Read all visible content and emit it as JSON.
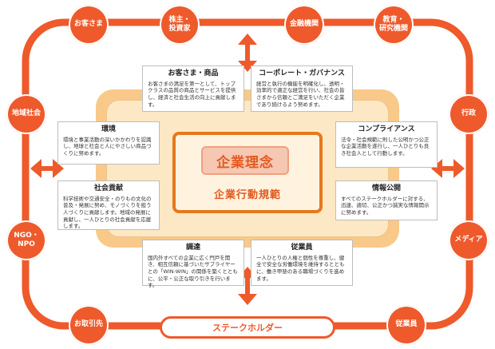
{
  "center": {
    "philosophy": "企業理念",
    "code": "企業行動規範"
  },
  "stakeholder_label": "ステークホルダー",
  "nodes": {
    "customers": "お客さま",
    "shareholders": "株主・\n投資家",
    "financial": "金融機関",
    "education": "教育・\n研究機関",
    "community": "地域社会",
    "government": "行政",
    "ngo": "NGO・\nNPO",
    "media": "メディア",
    "suppliers": "お取引先",
    "employees_node": "従業員"
  },
  "cards": {
    "products": {
      "title": "お客さま・商品",
      "body": "お客さまの満足を第一として、トップクラスの品質の商品とサービスを提供し、経済と社会生活の向上に貢献します。"
    },
    "governance": {
      "title": "コーポレート・ガバナンス",
      "body": "経営と執行の機能を明確化し、透明・効率的で適正な経営を行い、社会の皆さまから信頼とご満足をいただく企業であり続けるよう努めます。"
    },
    "environment": {
      "title": "環境",
      "body": "環境と事業活動の深いかかわりを認識し、地球と社会と人にやさしい商品づくりに努めます。"
    },
    "compliance": {
      "title": "コンプライアンス",
      "body": "法令・社会規範に則した公明かつ公正な企業活動を遂行し、一人ひとりも良き社会人として行動します。"
    },
    "social": {
      "title": "社会貢献",
      "body": "科学技術や交通安全・のりもの文化の普及・発展に努め、モノづくりを担う人づくりに貢献します。地域の発展に貢献し、一人ひとりの社会貢献を応援します。"
    },
    "disclosure": {
      "title": "情報公開",
      "body": "すべてのステークホルダーに対する、迅速、適切、公正かつ誠実な情報開示に努めます。"
    },
    "procurement": {
      "title": "調達",
      "body": "国内外すべての企業に広く門戸を開き、相互信頼に基づいたサプライヤーとの「WIN-WIN」の関係を築くとともに、公平・公正な取り引きを行います。"
    },
    "employees": {
      "title": "従業員",
      "body": "一人ひとりの人権と個性を尊重し、健全で安全な労働環境を維持するとともに、働き甲斐のある職場づくりを進めます。"
    }
  },
  "colors": {
    "ring": "#ee5a2b",
    "core": "#f8c989",
    "arrow": "#ee5a2b"
  }
}
